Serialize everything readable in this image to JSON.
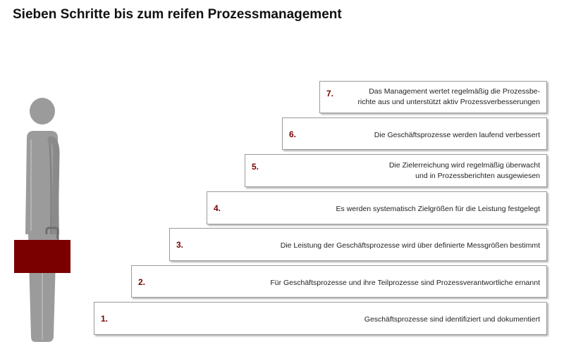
{
  "title": "Sieben Schritte bis zum reifen Prozessmanagement",
  "colors": {
    "accent": "#7a0000",
    "figure": "#9b9b9b",
    "figure_dark": "#6e6e6e",
    "briefcase": "#7a0000"
  },
  "figure": {
    "icon": "businessperson-with-briefcase-icon"
  },
  "steps": [
    {
      "number": "1.",
      "lines": [
        "Geschäftsprozesse sind identifiziert und dokumentiert"
      ]
    },
    {
      "number": "2.",
      "lines": [
        "Für Geschäftsprozesse und ihre Teilprozesse sind Prozessverantwortliche ernannt"
      ]
    },
    {
      "number": "3.",
      "lines": [
        "Die Leistung der Geschäftsprozesse wird über definierte Messgrößen bestimmt"
      ]
    },
    {
      "number": "4.",
      "lines": [
        "Es werden systematisch Zielgrößen für die Leistung festgelegt"
      ]
    },
    {
      "number": "5.",
      "lines": [
        "Die Zielerreichung wird regelmäßig überwacht",
        "und in Prozessberichten ausgewiesen"
      ]
    },
    {
      "number": "6.",
      "lines": [
        "Die Geschäftsprozesse werden laufend verbessert"
      ]
    },
    {
      "number": "7.",
      "lines": [
        "Das Management wertet regelmäßig die Prozessbe-",
        "richte aus und unterstützt aktiv Prozessverbesserungen"
      ]
    }
  ]
}
